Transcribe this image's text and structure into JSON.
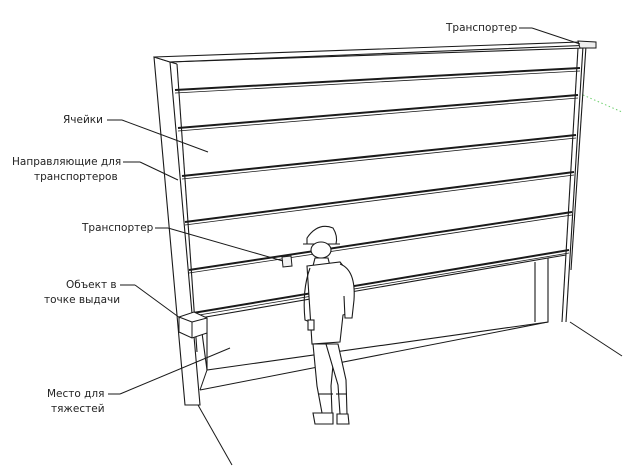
{
  "labels": {
    "transporter_top": "Транспортер",
    "cells": "Ячейки",
    "guides_line1": "Направляющие для",
    "guides_line2": "транспортеров",
    "transporter_mid": "Транспортер",
    "object_line1": "Объект в",
    "object_line2": "точке выдачи",
    "heavy_line1": "Место для",
    "heavy_line2": "тяжестей"
  },
  "colors": {
    "line": "#1a1a1a",
    "guide_dots": "#6ccf6c",
    "background": "#ffffff"
  }
}
